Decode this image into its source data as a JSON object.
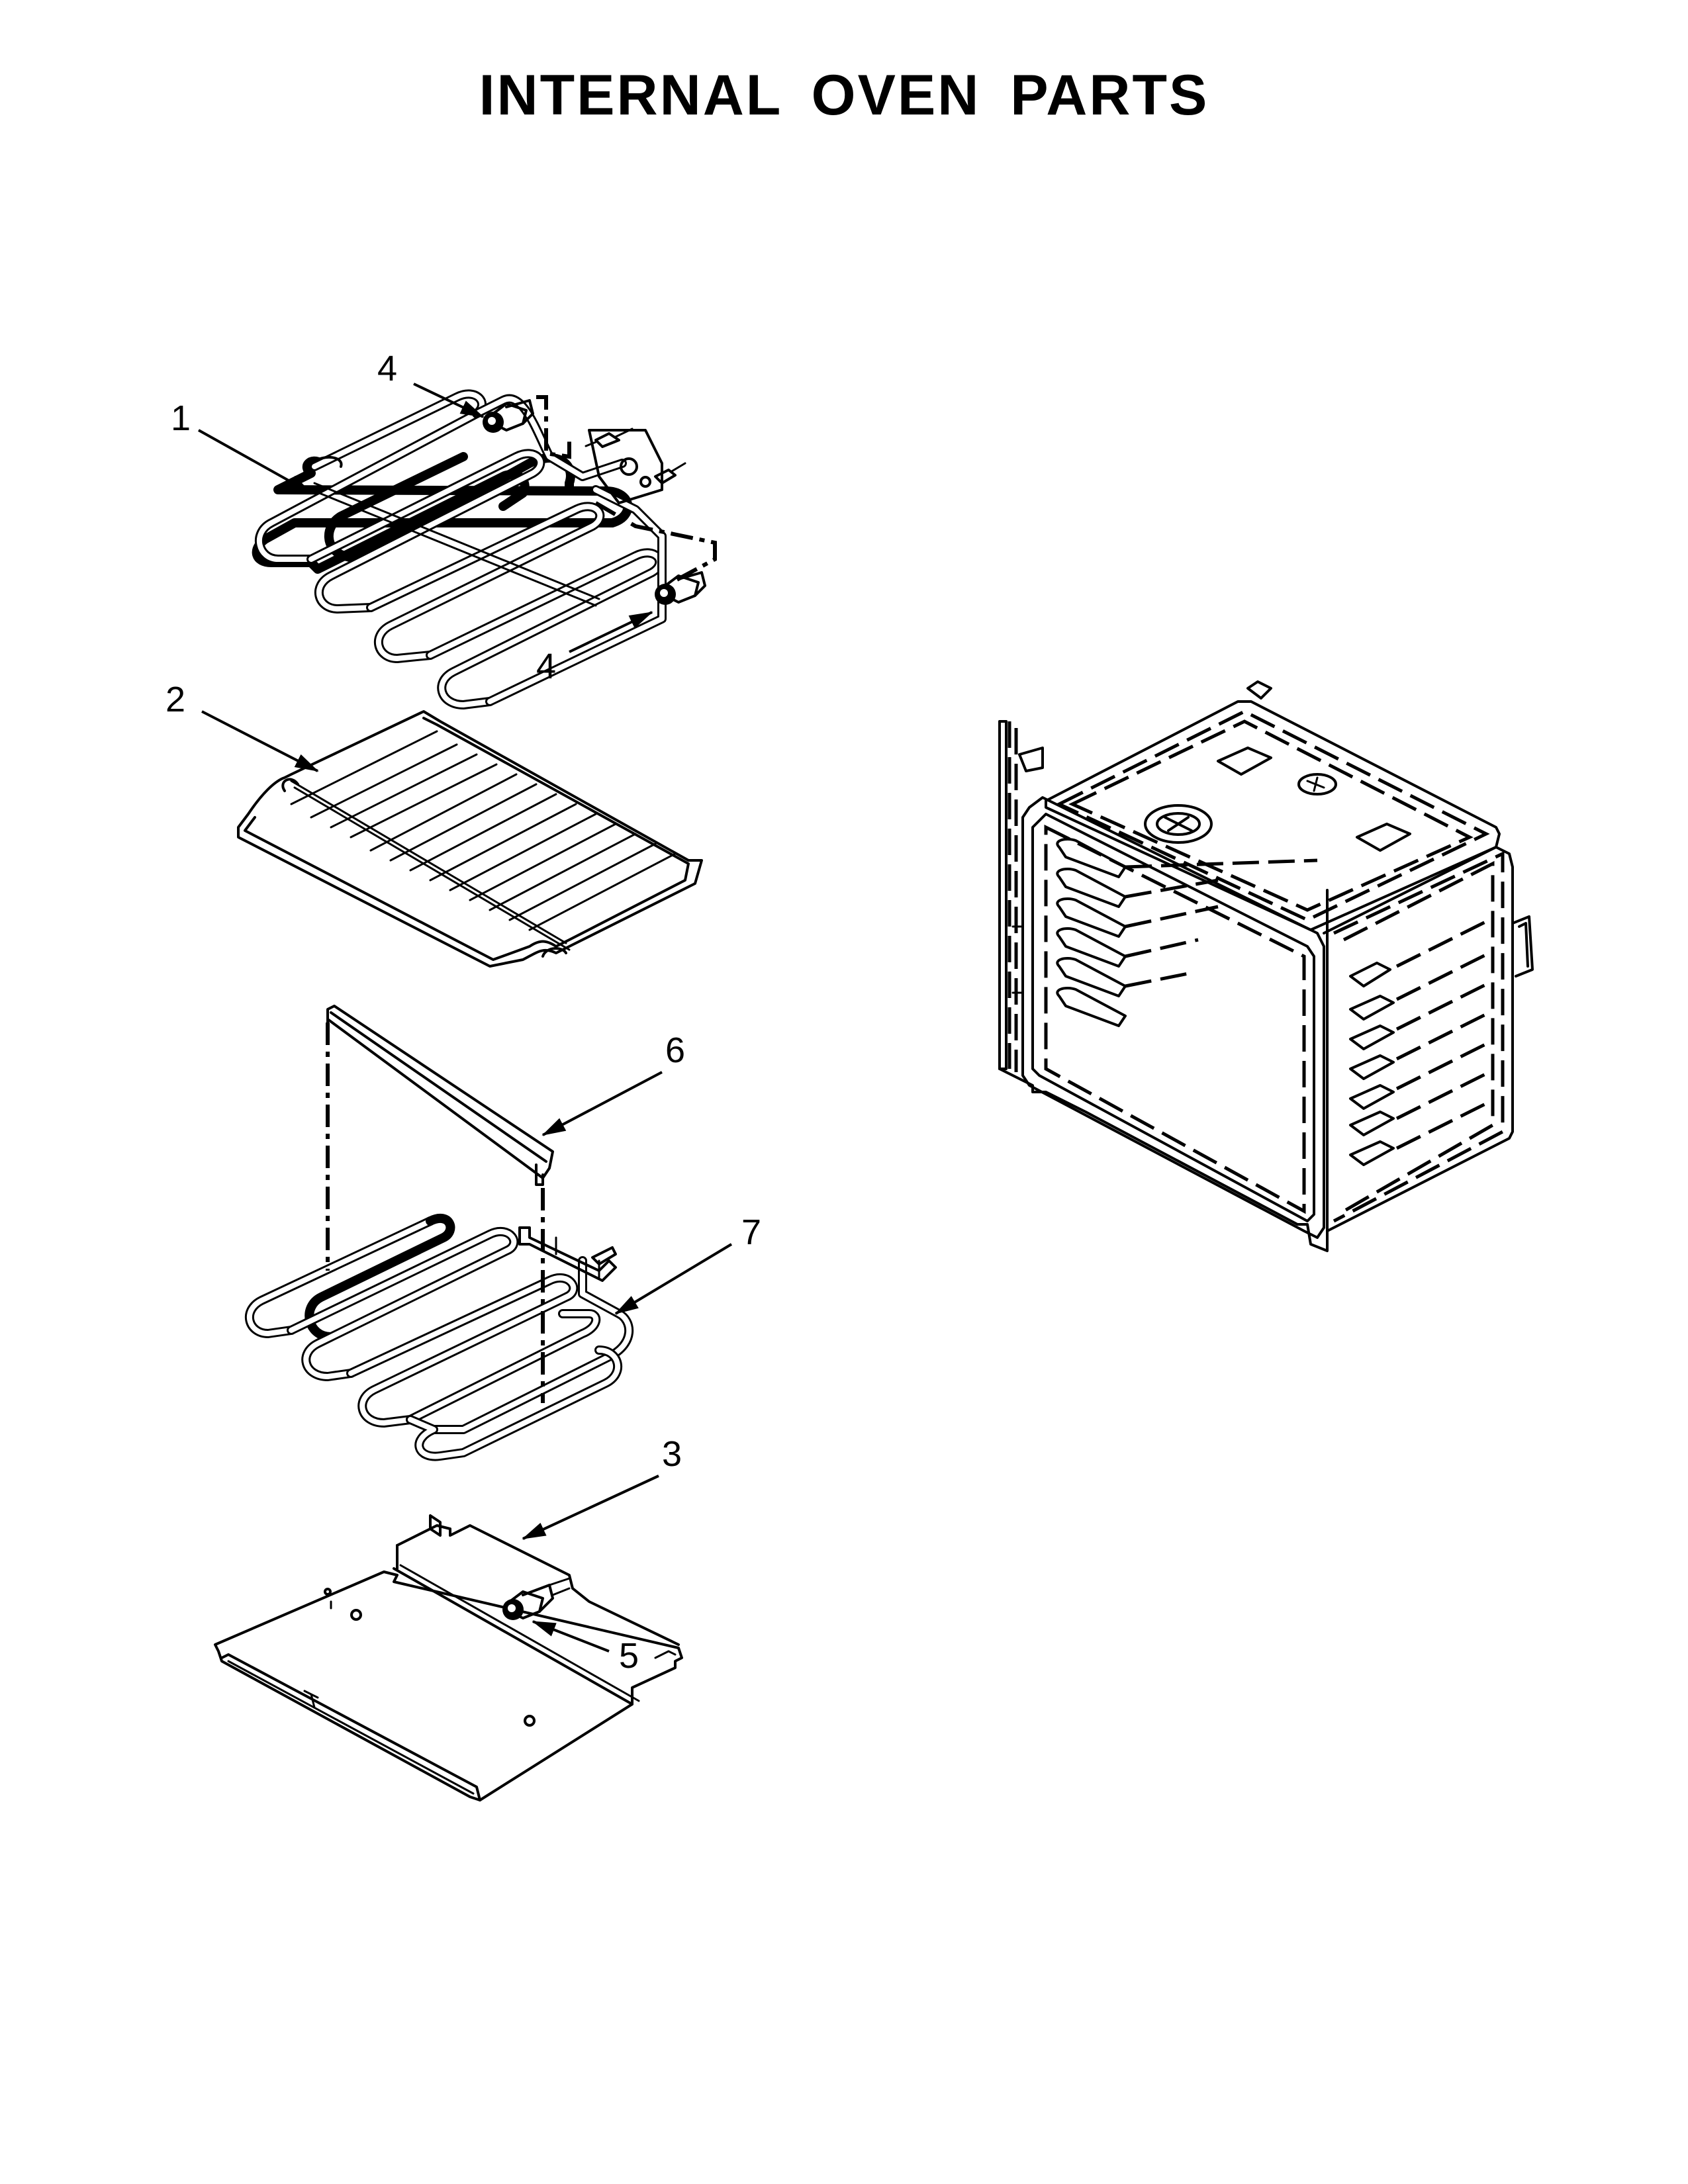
{
  "title": "INTERNAL OVEN PARTS",
  "callouts": [
    {
      "id": "c1",
      "label": "1"
    },
    {
      "id": "c2",
      "label": "2"
    },
    {
      "id": "c3",
      "label": "3"
    },
    {
      "id": "c4a",
      "label": "4"
    },
    {
      "id": "c4b",
      "label": "4"
    },
    {
      "id": "c5",
      "label": "5"
    },
    {
      "id": "c6",
      "label": "6"
    },
    {
      "id": "c7",
      "label": "7"
    }
  ]
}
